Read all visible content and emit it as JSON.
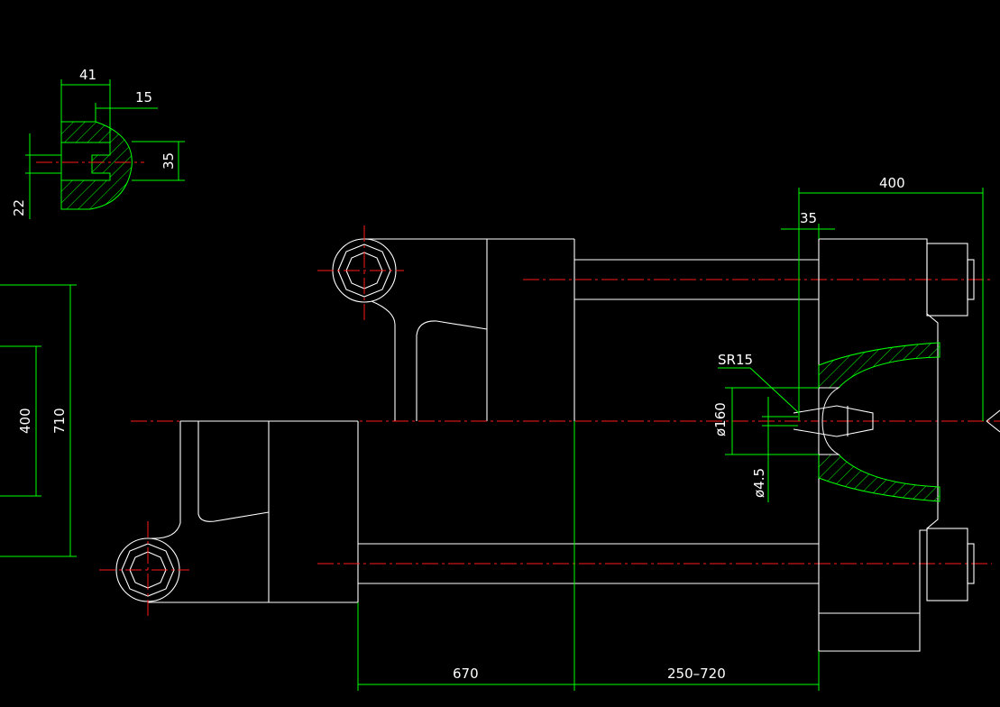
{
  "colors": {
    "background": "#000000",
    "outline": "#ffffff",
    "dimension": "#00ff00",
    "centerline": "#ff1a1a",
    "hatch": "#00ff00"
  },
  "dimensions": {
    "slot_width": "41",
    "slot_offset": "15",
    "slot_height": "35",
    "slot_depth": "22",
    "platen_width": "400",
    "nozzle_depth": "35",
    "nozzle_radius": "SR15",
    "bore_diameter": "ø160",
    "orifice_diameter": "ø4.5",
    "tie_bar_spacing": "400",
    "overall_height": "710",
    "platen_thickness": "670",
    "opening_stroke": "250–720"
  }
}
